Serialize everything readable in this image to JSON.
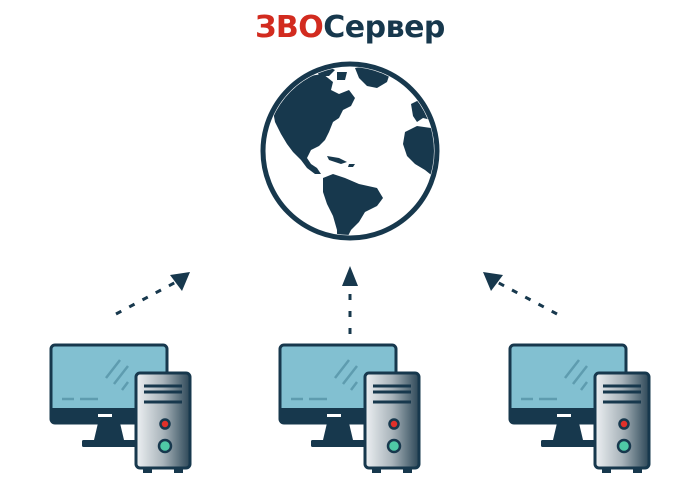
{
  "title": {
    "accent_text": "ЗВО",
    "main_text": "Сервер",
    "accent_color": "#d22b1f",
    "main_color": "#17384d"
  },
  "colors": {
    "dark": "#17384d",
    "screen": "#82c0d1",
    "case_light": "#e9ecef",
    "case_dark": "#2a4657",
    "led_red": "#e0302a",
    "led_green": "#4fc9a6"
  },
  "diagram": {
    "center_node": {
      "name": "globe",
      "icon": "globe-icon"
    },
    "client_nodes": [
      {
        "name": "computer-left",
        "icon": "desktop-computer-icon"
      },
      {
        "name": "computer-center",
        "icon": "desktop-computer-icon"
      },
      {
        "name": "computer-right",
        "icon": "desktop-computer-icon"
      }
    ],
    "edges": [
      {
        "from": "computer-left",
        "to": "globe",
        "style": "dashed-arrow"
      },
      {
        "from": "computer-center",
        "to": "globe",
        "style": "dashed-arrow"
      },
      {
        "from": "computer-right",
        "to": "globe",
        "style": "dashed-arrow"
      }
    ]
  }
}
